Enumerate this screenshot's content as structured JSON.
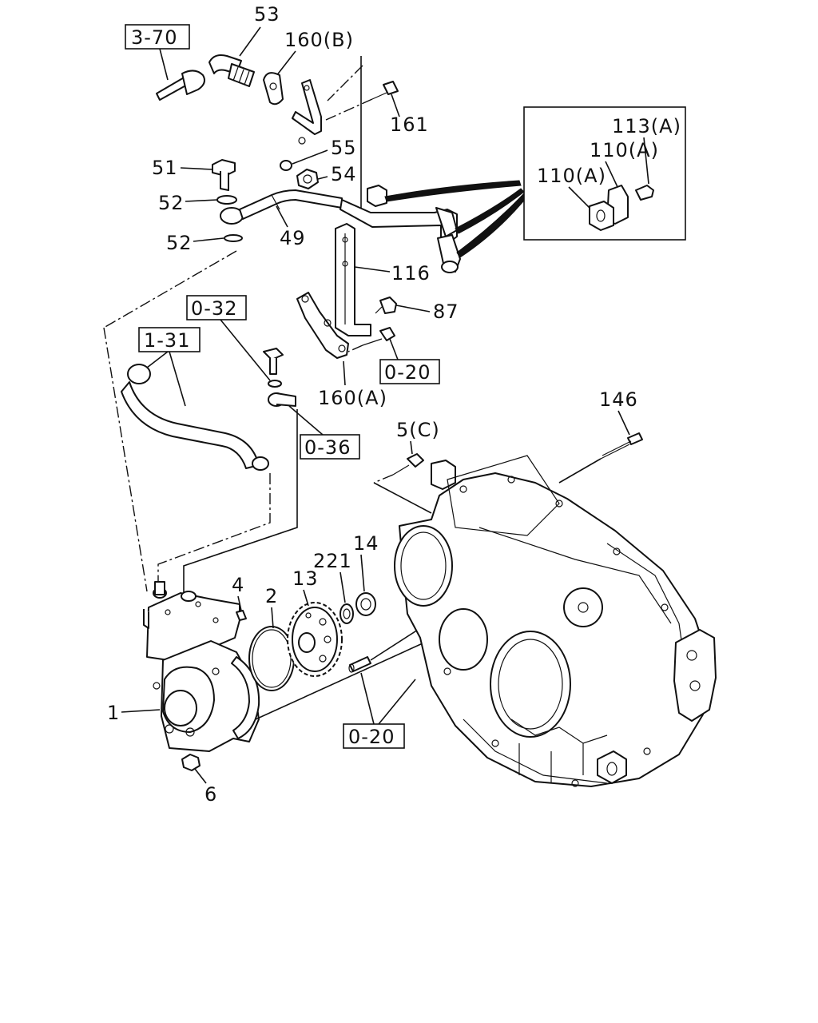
{
  "callouts": {
    "c53": "53",
    "c160b": "160(B)",
    "c161": "161",
    "c55": "55",
    "c54": "54",
    "c51": "51",
    "c52a": "52",
    "c49": "49",
    "c52b": "52",
    "c116": "116",
    "c87": "87",
    "c160a": "160(A)",
    "c113a": "113(A)",
    "c110a_1": "110(A)",
    "c110a_2": "110(A)",
    "c146": "146",
    "c5c": "5(C)",
    "c14": "14",
    "c221": "221",
    "c13": "13",
    "c4": "4",
    "c2": "2",
    "c1": "1",
    "c6": "6"
  },
  "references": {
    "r370": "3-70",
    "r032": "0-32",
    "r131": "1-31",
    "r036": "0-36",
    "r020a": "0-20",
    "r020b": "0-20"
  }
}
